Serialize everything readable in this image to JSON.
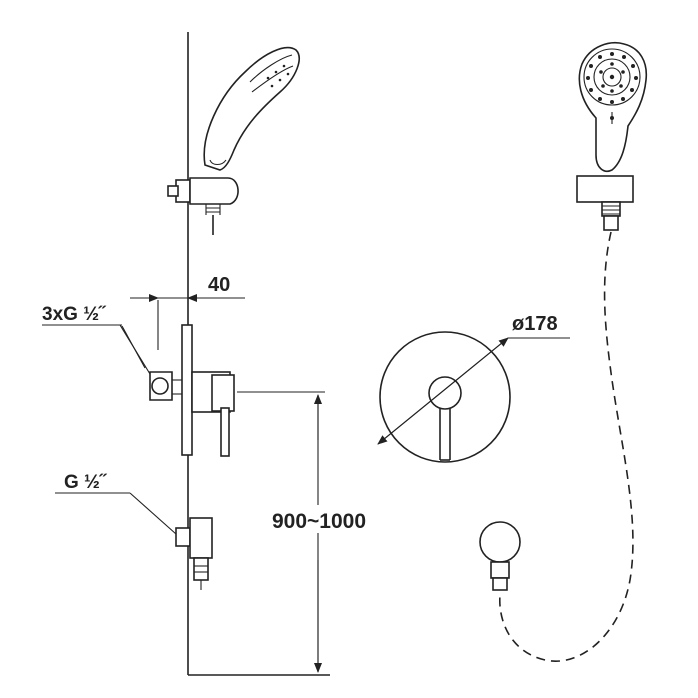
{
  "labels": {
    "dim_width": "40",
    "inlet_3x": "3xG ½˝",
    "diameter": "ø178",
    "inlet_single": "G ½˝",
    "height_range": "900~1000"
  },
  "colors": {
    "ink": "#222222",
    "background": "#ffffff"
  }
}
